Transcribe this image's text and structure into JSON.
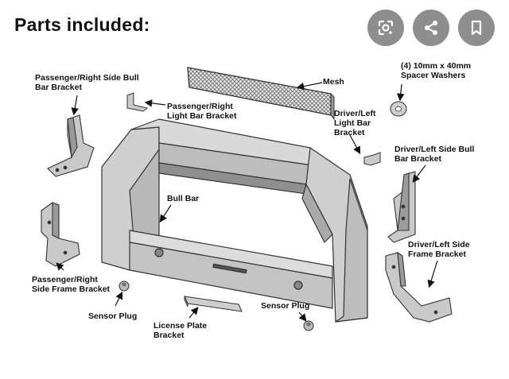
{
  "title": "Parts included:",
  "labels": {
    "passenger_bull_bar_bracket": "Passenger/Right Side Bull\nBar Bracket",
    "passenger_light_bar_bracket": "Passenger/Right\nLight Bar Bracket",
    "mesh": "Mesh",
    "washers": "(4) 10mm x 40mm\nSpacer Washers",
    "driver_light_bar_bracket": "Driver/Left\nLight Bar\nBracket",
    "driver_bull_bar_bracket": "Driver/Left Side Bull\nBar Bracket",
    "bull_bar": "Bull Bar",
    "driver_frame_bracket": "Driver/Left Side\nFrame Bracket",
    "passenger_frame_bracket": "Passenger/Right\nSide Frame Bracket",
    "sensor_plug_left": "Sensor Plug",
    "license_plate_bracket": "License Plate\nBracket",
    "sensor_plug_right": "Sensor Plug"
  },
  "icons": {
    "lens": "google-lens-icon",
    "share": "share-icon",
    "bookmark": "bookmark-icon"
  },
  "colors": {
    "button_bg": "#8e8e8e",
    "part_fill": "#c9c9c9",
    "part_stroke": "#333333"
  }
}
